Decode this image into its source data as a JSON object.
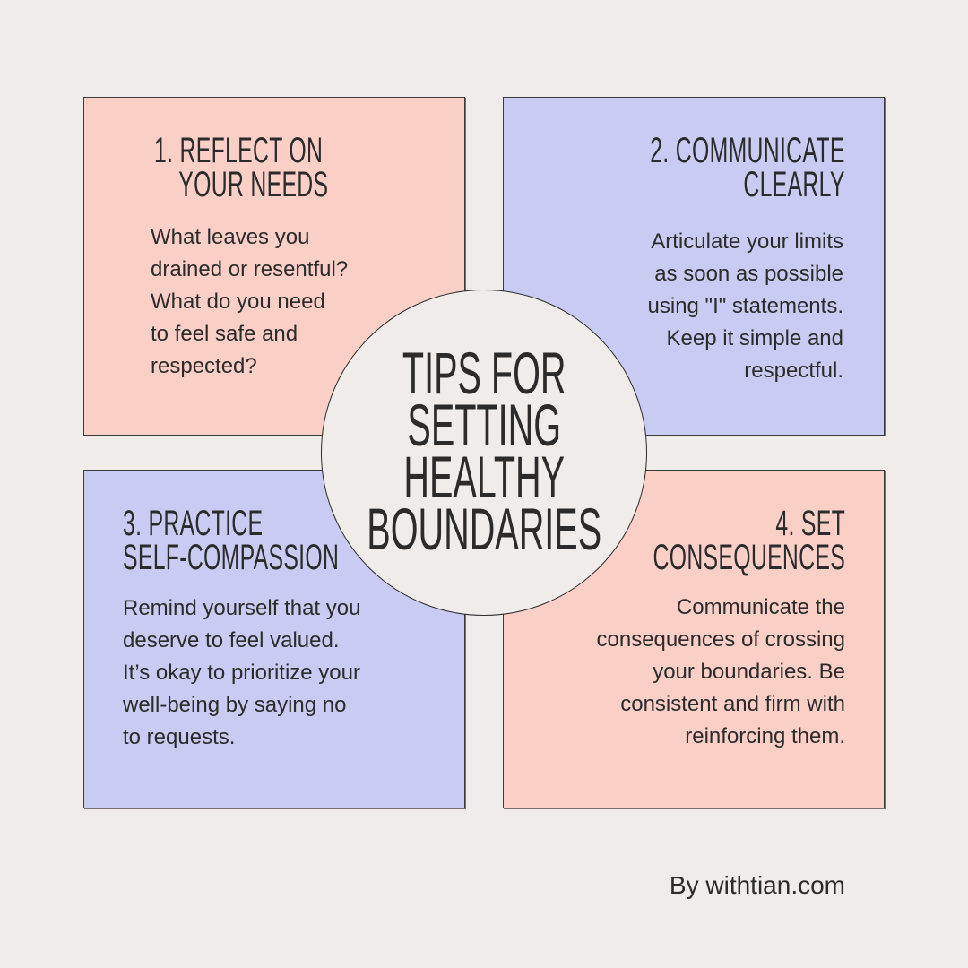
{
  "center": {
    "title_lines": [
      "TIPS FOR",
      "SETTING",
      "HEALTHY",
      "BOUNDARIES"
    ]
  },
  "tips": [
    {
      "number": "1.",
      "title_lines": [
        "1. REFLECT ON",
        "YOUR NEEDS"
      ],
      "body_lines": [
        "What leaves you",
        "drained or resentful?",
        "What do you need",
        "to feel safe and",
        "respected?"
      ],
      "color": "#facfc5"
    },
    {
      "number": "2.",
      "title_lines": [
        "2. COMMUNICATE",
        "CLEARLY"
      ],
      "body_lines": [
        "Articulate your limits",
        "as soon as possible",
        "using \"I\" statements.",
        "Keep it simple and",
        "respectful."
      ],
      "color": "#cacbf2"
    },
    {
      "number": "3.",
      "title_lines": [
        "3. PRACTICE",
        "SELF-COMPASSION"
      ],
      "body_lines": [
        "Remind yourself that you",
        "deserve to feel valued.",
        "It’s okay to prioritize your",
        "well-being by saying no",
        "to requests."
      ],
      "color": "#cacbf2"
    },
    {
      "number": "4.",
      "title_lines": [
        "4. SET",
        "CONSEQUENCES"
      ],
      "body_lines": [
        "Communicate the",
        "consequences of crossing",
        "your boundaries. Be",
        "consistent and firm with",
        "reinforcing them."
      ],
      "color": "#facfc5"
    }
  ],
  "footer": {
    "credit": "By withtian.com"
  },
  "colors": {
    "background": "#f0ecea",
    "pink": "#facfc5",
    "lavender": "#cacbf2",
    "text": "#2b2b2b"
  }
}
